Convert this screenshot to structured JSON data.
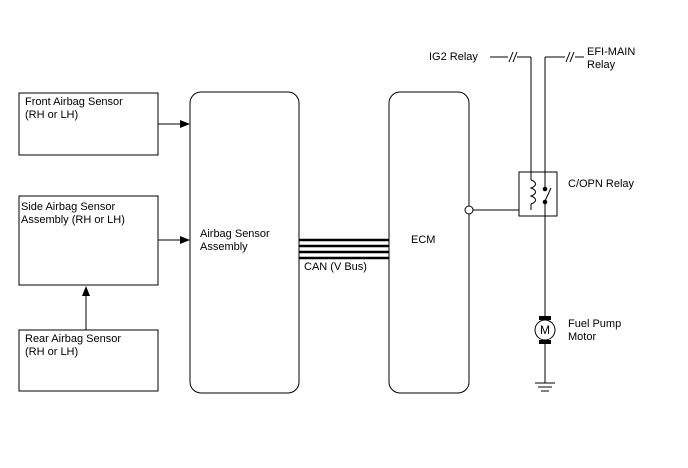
{
  "diagram": {
    "front_sensor": {
      "line1": "Front Airbag Sensor",
      "line2": "(RH or LH)"
    },
    "side_sensor": {
      "line1": "Side Airbag Sensor",
      "line2": "Assembly (RH or LH)"
    },
    "rear_sensor": {
      "line1": "Rear Airbag Sensor",
      "line2": "(RH or LH)"
    },
    "airbag_assembly": {
      "line1": "Airbag Sensor",
      "line2": "Assembly"
    },
    "ecm": {
      "label": "ECM"
    },
    "can_bus": {
      "label": "CAN (V Bus)"
    },
    "ig2_relay": {
      "label": "IG2 Relay"
    },
    "efi_main": {
      "line1": "EFI-MAIN",
      "line2": "Relay"
    },
    "copn_relay": {
      "label": "C/OPN Relay"
    },
    "fuel_pump": {
      "line1": "Fuel Pump",
      "line2": "Motor",
      "symbol": "M"
    }
  }
}
